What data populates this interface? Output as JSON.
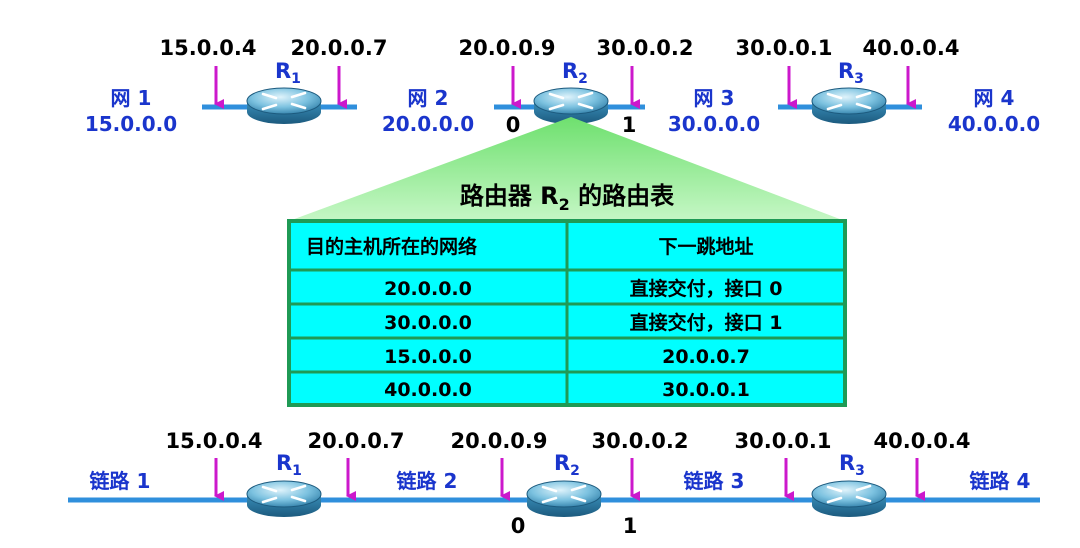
{
  "colors": {
    "network_line": "#2f8fdc",
    "arrow": "#cc18cc",
    "label_blue": "#1a35cc",
    "table_fill": "#00ffff",
    "table_border": "#1f9a55",
    "fan_gradient_top": "#6ee06e",
    "fan_gradient_bottom": "#c6f7c6"
  },
  "top_diagram": {
    "networks": [
      {
        "name": "网 1",
        "addr": "15.0.0.0"
      },
      {
        "name": "网 2",
        "addr": "20.0.0.0"
      },
      {
        "name": "网 3",
        "addr": "30.0.0.0"
      },
      {
        "name": "网 4",
        "addr": "40.0.0.0"
      }
    ],
    "routers": [
      {
        "name": "R",
        "sub": "1",
        "left_ip": "15.0.0.4",
        "right_ip": "20.0.0.7"
      },
      {
        "name": "R",
        "sub": "2",
        "left_ip": "20.0.0.9",
        "right_ip": "30.0.0.2",
        "left_iface": "0",
        "right_iface": "1"
      },
      {
        "name": "R",
        "sub": "3",
        "left_ip": "30.0.0.1",
        "right_ip": "40.0.0.4"
      }
    ]
  },
  "routing_table": {
    "title": "路由器 R",
    "title_sub": "2",
    "title_tail": " 的路由表",
    "headers": [
      "目的主机所在的网络",
      "下一跳地址"
    ],
    "rows": [
      [
        "20.0.0.0",
        "直接交付，接口 0"
      ],
      [
        "30.0.0.0",
        "直接交付，接口 1"
      ],
      [
        "15.0.0.0",
        "20.0.0.7"
      ],
      [
        "40.0.0.0",
        "30.0.0.1"
      ]
    ]
  },
  "bottom_diagram": {
    "links": [
      "链路 1",
      "链路 2",
      "链路 3",
      "链路 4"
    ],
    "routers": [
      {
        "name": "R",
        "sub": "1",
        "left_ip": "15.0.0.4",
        "right_ip": "20.0.0.7"
      },
      {
        "name": "R",
        "sub": "2",
        "left_ip": "20.0.0.9",
        "right_ip": "30.0.0.2",
        "left_iface": "0",
        "right_iface": "1"
      },
      {
        "name": "R",
        "sub": "3",
        "left_ip": "30.0.0.1",
        "right_ip": "40.0.0.4"
      }
    ]
  }
}
